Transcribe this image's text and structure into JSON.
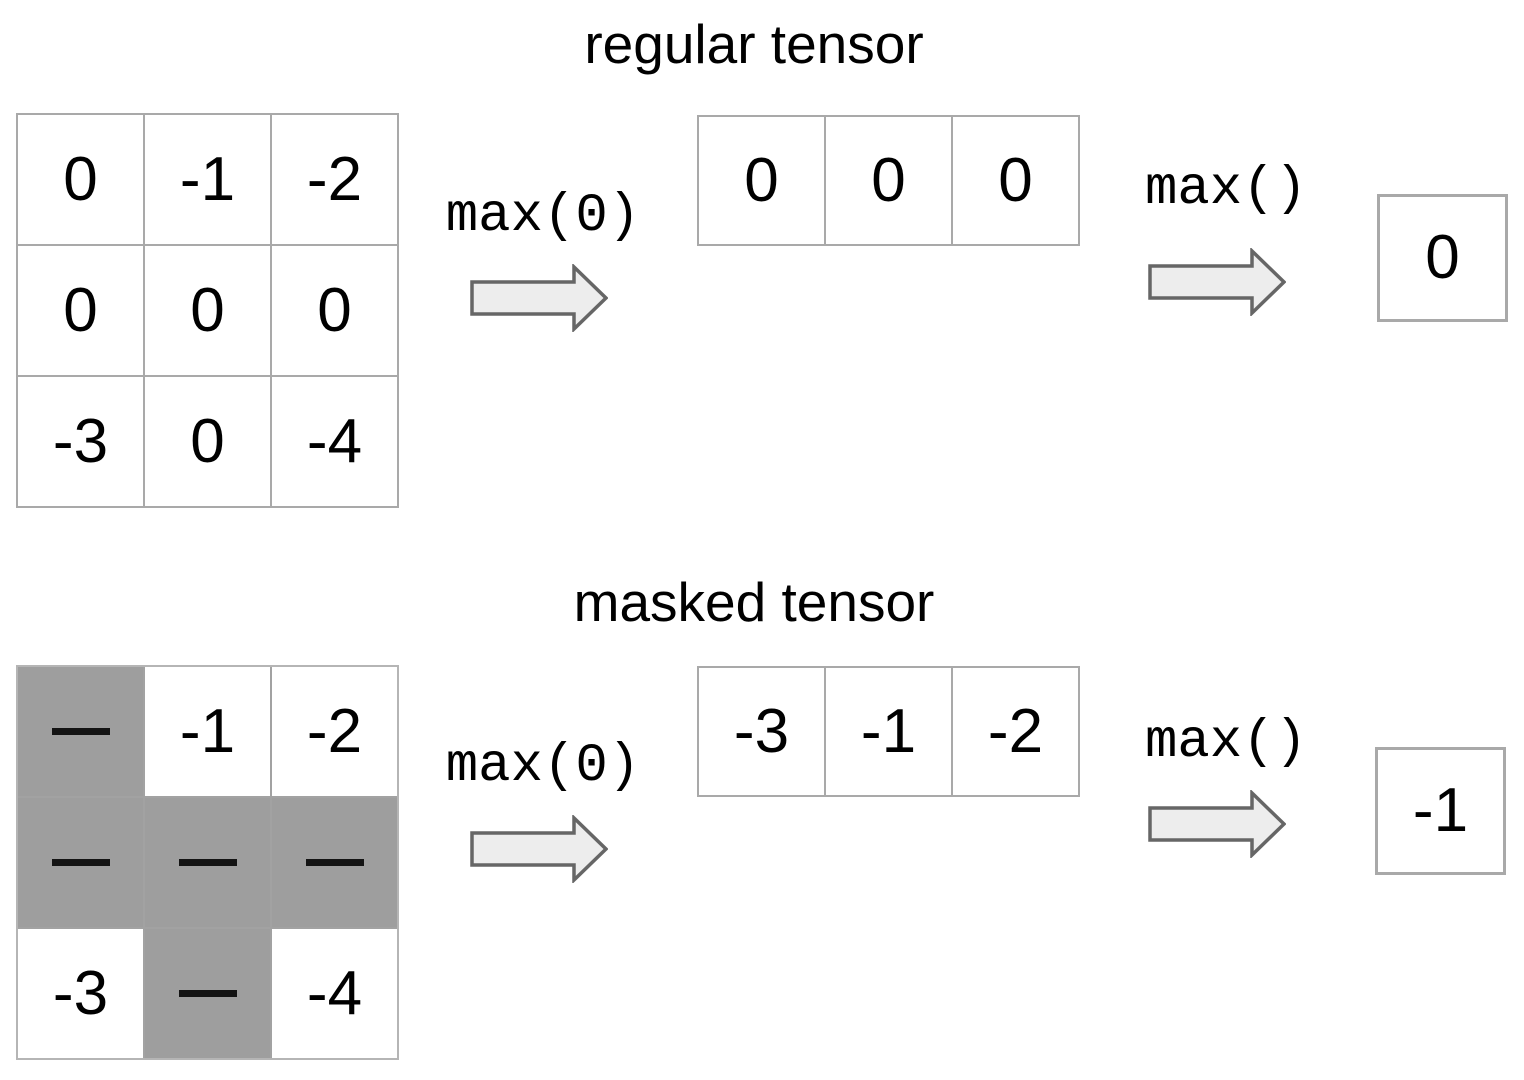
{
  "sections": [
    {
      "title": "regular tensor",
      "tensor": {
        "rows": [
          [
            {
              "v": "0",
              "masked": false
            },
            {
              "v": "-1",
              "masked": false
            },
            {
              "v": "-2",
              "masked": false
            }
          ],
          [
            {
              "v": "0",
              "masked": false
            },
            {
              "v": "0",
              "masked": false
            },
            {
              "v": "0",
              "masked": false
            }
          ],
          [
            {
              "v": "-3",
              "masked": false
            },
            {
              "v": "0",
              "masked": false
            },
            {
              "v": "-4",
              "masked": false
            }
          ]
        ]
      },
      "op1": "max(0)",
      "reduced_row": [
        "0",
        "0",
        "0"
      ],
      "op2": "max()",
      "result": "0"
    },
    {
      "title": "masked tensor",
      "tensor": {
        "rows": [
          [
            {
              "v": "—",
              "masked": true
            },
            {
              "v": "-1",
              "masked": false
            },
            {
              "v": "-2",
              "masked": false
            }
          ],
          [
            {
              "v": "—",
              "masked": true
            },
            {
              "v": "—",
              "masked": true
            },
            {
              "v": "—",
              "masked": true
            }
          ],
          [
            {
              "v": "-3",
              "masked": false
            },
            {
              "v": "—",
              "masked": true
            },
            {
              "v": "-4",
              "masked": false
            }
          ]
        ]
      },
      "op1": "max(0)",
      "reduced_row": [
        "-3",
        "-1",
        "-2"
      ],
      "op2": "max()",
      "result": "-1"
    }
  ],
  "colors": {
    "mask_fill": "#9e9e9e",
    "grid_line": "#a9a9a9",
    "arrow_fill": "#ededed",
    "arrow_stroke": "#666666",
    "text": "#000000"
  }
}
